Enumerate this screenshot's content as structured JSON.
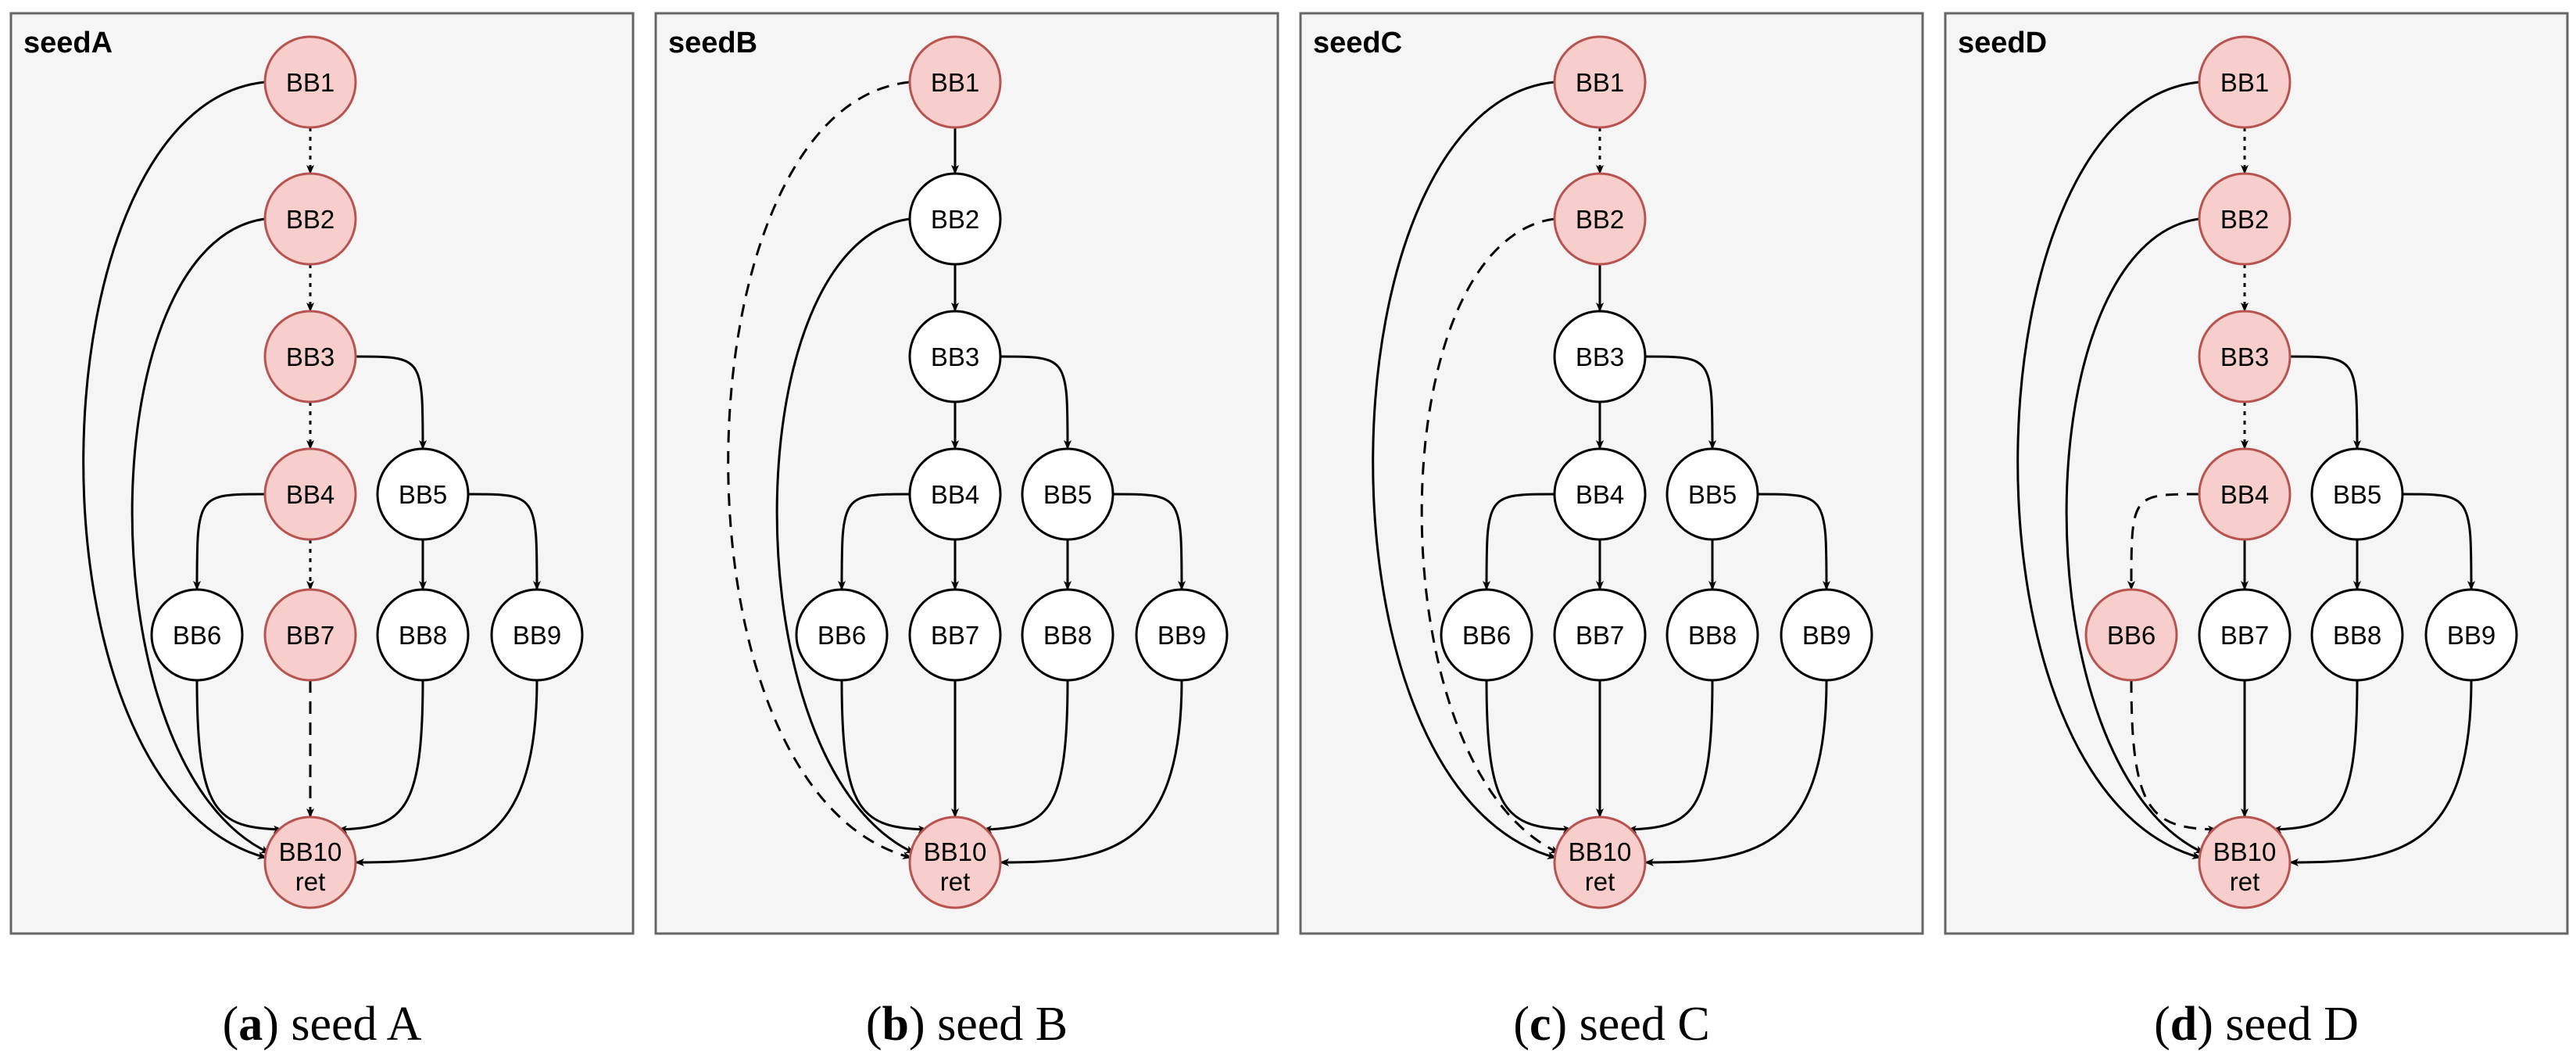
{
  "colors": {
    "panel_fill": "#f5f5f5",
    "panel_stroke": "#666666",
    "node_fill": "#ffffff",
    "node_stroke": "#000000",
    "highlight_fill": "#f8cecc",
    "highlight_stroke": "#b85450",
    "edge": "#000000"
  },
  "panels": [
    {
      "label": "seedA",
      "caption": {
        "letter": "a",
        "text": "seed A"
      },
      "nodes": [
        {
          "id": "BB1",
          "label": "BB1",
          "highlight": true
        },
        {
          "id": "BB2",
          "label": "BB2",
          "highlight": true
        },
        {
          "id": "BB3",
          "label": "BB3",
          "highlight": true
        },
        {
          "id": "BB4",
          "label": "BB4",
          "highlight": true
        },
        {
          "id": "BB5",
          "label": "BB5",
          "highlight": false
        },
        {
          "id": "BB6",
          "label": "BB6",
          "highlight": false
        },
        {
          "id": "BB7",
          "label": "BB7",
          "highlight": true
        },
        {
          "id": "BB8",
          "label": "BB8",
          "highlight": false
        },
        {
          "id": "BB9",
          "label": "BB9",
          "highlight": false
        },
        {
          "id": "BB10",
          "label": "BB10",
          "sublabel": "ret",
          "highlight": true
        }
      ],
      "edges": [
        {
          "from": "BB1",
          "to": "BB2",
          "style": "dotted"
        },
        {
          "from": "BB2",
          "to": "BB3",
          "style": "dotted"
        },
        {
          "from": "BB3",
          "to": "BB4",
          "style": "dotted"
        },
        {
          "from": "BB4",
          "to": "BB7",
          "style": "dotted"
        },
        {
          "from": "BB7",
          "to": "BB10",
          "style": "dashed"
        },
        {
          "from": "BB1",
          "to": "BB10",
          "style": "solid"
        },
        {
          "from": "BB2",
          "to": "BB10",
          "style": "solid"
        },
        {
          "from": "BB3",
          "to": "BB5",
          "style": "solid"
        },
        {
          "from": "BB4",
          "to": "BB6",
          "style": "solid"
        },
        {
          "from": "BB5",
          "to": "BB8",
          "style": "solid"
        },
        {
          "from": "BB5",
          "to": "BB9",
          "style": "solid"
        },
        {
          "from": "BB6",
          "to": "BB10",
          "style": "solid"
        },
        {
          "from": "BB8",
          "to": "BB10",
          "style": "solid"
        },
        {
          "from": "BB9",
          "to": "BB10",
          "style": "solid"
        }
      ]
    },
    {
      "label": "seedB",
      "caption": {
        "letter": "b",
        "text": "seed B"
      },
      "nodes": [
        {
          "id": "BB1",
          "label": "BB1",
          "highlight": true
        },
        {
          "id": "BB2",
          "label": "BB2",
          "highlight": false
        },
        {
          "id": "BB3",
          "label": "BB3",
          "highlight": false
        },
        {
          "id": "BB4",
          "label": "BB4",
          "highlight": false
        },
        {
          "id": "BB5",
          "label": "BB5",
          "highlight": false
        },
        {
          "id": "BB6",
          "label": "BB6",
          "highlight": false
        },
        {
          "id": "BB7",
          "label": "BB7",
          "highlight": false
        },
        {
          "id": "BB8",
          "label": "BB8",
          "highlight": false
        },
        {
          "id": "BB9",
          "label": "BB9",
          "highlight": false
        },
        {
          "id": "BB10",
          "label": "BB10",
          "sublabel": "ret",
          "highlight": true
        }
      ],
      "edges": [
        {
          "from": "BB1",
          "to": "BB10",
          "style": "dashed"
        },
        {
          "from": "BB1",
          "to": "BB2",
          "style": "solid"
        },
        {
          "from": "BB2",
          "to": "BB3",
          "style": "solid"
        },
        {
          "from": "BB2",
          "to": "BB10",
          "style": "solid"
        },
        {
          "from": "BB3",
          "to": "BB4",
          "style": "solid"
        },
        {
          "from": "BB3",
          "to": "BB5",
          "style": "solid"
        },
        {
          "from": "BB4",
          "to": "BB6",
          "style": "solid"
        },
        {
          "from": "BB4",
          "to": "BB7",
          "style": "solid"
        },
        {
          "from": "BB5",
          "to": "BB8",
          "style": "solid"
        },
        {
          "from": "BB5",
          "to": "BB9",
          "style": "solid"
        },
        {
          "from": "BB6",
          "to": "BB10",
          "style": "solid"
        },
        {
          "from": "BB7",
          "to": "BB10",
          "style": "solid"
        },
        {
          "from": "BB8",
          "to": "BB10",
          "style": "solid"
        },
        {
          "from": "BB9",
          "to": "BB10",
          "style": "solid"
        }
      ]
    },
    {
      "label": "seedC",
      "caption": {
        "letter": "c",
        "text": "seed C"
      },
      "nodes": [
        {
          "id": "BB1",
          "label": "BB1",
          "highlight": true
        },
        {
          "id": "BB2",
          "label": "BB2",
          "highlight": true
        },
        {
          "id": "BB3",
          "label": "BB3",
          "highlight": false
        },
        {
          "id": "BB4",
          "label": "BB4",
          "highlight": false
        },
        {
          "id": "BB5",
          "label": "BB5",
          "highlight": false
        },
        {
          "id": "BB6",
          "label": "BB6",
          "highlight": false
        },
        {
          "id": "BB7",
          "label": "BB7",
          "highlight": false
        },
        {
          "id": "BB8",
          "label": "BB8",
          "highlight": false
        },
        {
          "id": "BB9",
          "label": "BB9",
          "highlight": false
        },
        {
          "id": "BB10",
          "label": "BB10",
          "sublabel": "ret",
          "highlight": true
        }
      ],
      "edges": [
        {
          "from": "BB1",
          "to": "BB2",
          "style": "dotted"
        },
        {
          "from": "BB2",
          "to": "BB10",
          "style": "dashed"
        },
        {
          "from": "BB1",
          "to": "BB10",
          "style": "solid"
        },
        {
          "from": "BB2",
          "to": "BB3",
          "style": "solid"
        },
        {
          "from": "BB3",
          "to": "BB4",
          "style": "solid"
        },
        {
          "from": "BB3",
          "to": "BB5",
          "style": "solid"
        },
        {
          "from": "BB4",
          "to": "BB6",
          "style": "solid"
        },
        {
          "from": "BB4",
          "to": "BB7",
          "style": "solid"
        },
        {
          "from": "BB5",
          "to": "BB8",
          "style": "solid"
        },
        {
          "from": "BB5",
          "to": "BB9",
          "style": "solid"
        },
        {
          "from": "BB6",
          "to": "BB10",
          "style": "solid"
        },
        {
          "from": "BB7",
          "to": "BB10",
          "style": "solid"
        },
        {
          "from": "BB8",
          "to": "BB10",
          "style": "solid"
        },
        {
          "from": "BB9",
          "to": "BB10",
          "style": "solid"
        }
      ]
    },
    {
      "label": "seedD",
      "caption": {
        "letter": "d",
        "text": "seed D"
      },
      "nodes": [
        {
          "id": "BB1",
          "label": "BB1",
          "highlight": true
        },
        {
          "id": "BB2",
          "label": "BB2",
          "highlight": true
        },
        {
          "id": "BB3",
          "label": "BB3",
          "highlight": true
        },
        {
          "id": "BB4",
          "label": "BB4",
          "highlight": true
        },
        {
          "id": "BB5",
          "label": "BB5",
          "highlight": false
        },
        {
          "id": "BB6",
          "label": "BB6",
          "highlight": true
        },
        {
          "id": "BB7",
          "label": "BB7",
          "highlight": false
        },
        {
          "id": "BB8",
          "label": "BB8",
          "highlight": false
        },
        {
          "id": "BB9",
          "label": "BB9",
          "highlight": false
        },
        {
          "id": "BB10",
          "label": "BB10",
          "sublabel": "ret",
          "highlight": true
        }
      ],
      "edges": [
        {
          "from": "BB1",
          "to": "BB2",
          "style": "dotted"
        },
        {
          "from": "BB2",
          "to": "BB3",
          "style": "dotted"
        },
        {
          "from": "BB3",
          "to": "BB4",
          "style": "dotted"
        },
        {
          "from": "BB4",
          "to": "BB6",
          "style": "dashed"
        },
        {
          "from": "BB6",
          "to": "BB10",
          "style": "dashed"
        },
        {
          "from": "BB1",
          "to": "BB10",
          "style": "solid"
        },
        {
          "from": "BB2",
          "to": "BB10",
          "style": "solid"
        },
        {
          "from": "BB3",
          "to": "BB5",
          "style": "solid"
        },
        {
          "from": "BB4",
          "to": "BB7",
          "style": "solid"
        },
        {
          "from": "BB5",
          "to": "BB8",
          "style": "solid"
        },
        {
          "from": "BB5",
          "to": "BB9",
          "style": "solid"
        },
        {
          "from": "BB7",
          "to": "BB10",
          "style": "solid"
        },
        {
          "from": "BB8",
          "to": "BB10",
          "style": "solid"
        },
        {
          "from": "BB9",
          "to": "BB10",
          "style": "solid"
        }
      ]
    }
  ]
}
